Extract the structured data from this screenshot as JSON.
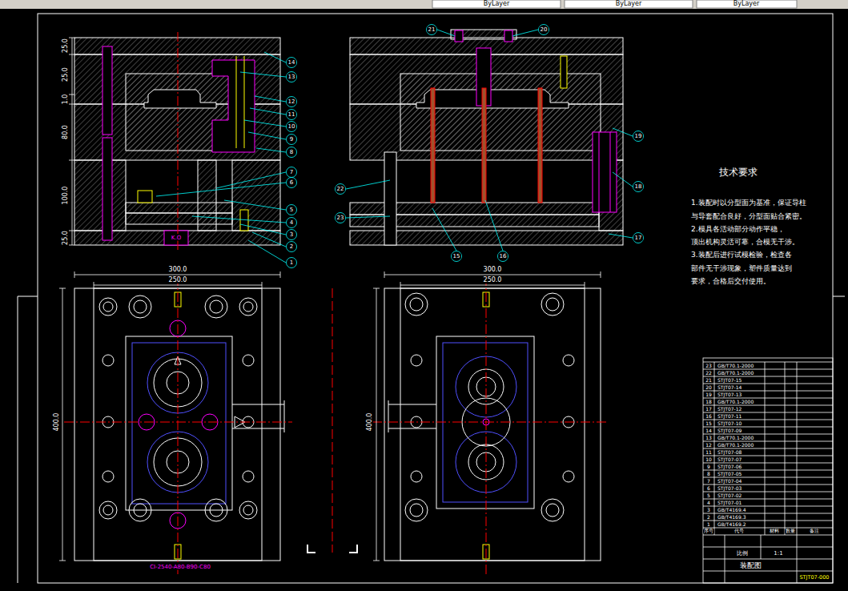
{
  "diagram": {
    "labels": [
      "ByLayer",
      "ByLayer",
      "ByLayer",
      "25.0",
      "25.0",
      "1.0",
      "80.0",
      "100.0",
      "25.0",
      "300.0",
      "250.0",
      "400.0",
      "300.0",
      "250.0",
      "400.0",
      "1",
      "2",
      "3",
      "4",
      "5",
      "6",
      "7",
      "8",
      "9",
      "10",
      "11",
      "12",
      "13",
      "14",
      "15",
      "16",
      "17",
      "18",
      "19",
      "20",
      "21",
      "22",
      "23",
      "K.O",
      "CI-2540-A80-B90-C80",
      "技术要求",
      "1.装配时以分型面为基准，保证导柱",
      "与导套配合良好，分型面贴合紧密。",
      "2.模具各活动部分动作平稳，",
      "顶出机构灵活可靠，合模无干涉。",
      "3.装配后进行试模检验，检查各",
      "部件无干涉现象，塑件质量达到",
      "要求，合格后交付使用。",
      "23",
      "GB/T70.1-2000",
      "22",
      "GB/T70.1-2000",
      "21",
      "STJT07-15",
      "20",
      "STJT07-14",
      "19",
      "STJT07-13",
      "18",
      "GB/T70.1-2000",
      "17",
      "STJT07-12",
      "16",
      "STJT07-11",
      "15",
      "STJT07-10",
      "14",
      "STJT07-09",
      "13",
      "GB/T70.1-2000",
      "12",
      "GB/T70.1-2000",
      "11",
      "STJT07-08",
      "10",
      "STJT07-07",
      "9",
      "STJT07-06",
      "8",
      "STJT07-05",
      "7",
      "STJT07-04",
      "6",
      "STJT07-03",
      "5",
      "STJT07-02",
      "4",
      "STJT07-01",
      "3",
      "GB/T4169.4",
      "2",
      "GB/T4169.3",
      "1",
      "GB/T4169.2",
      "序号",
      "代号",
      "材料",
      "数量",
      "备注",
      "比例",
      "1:1",
      "装配图",
      "STJT07-000"
    ]
  }
}
